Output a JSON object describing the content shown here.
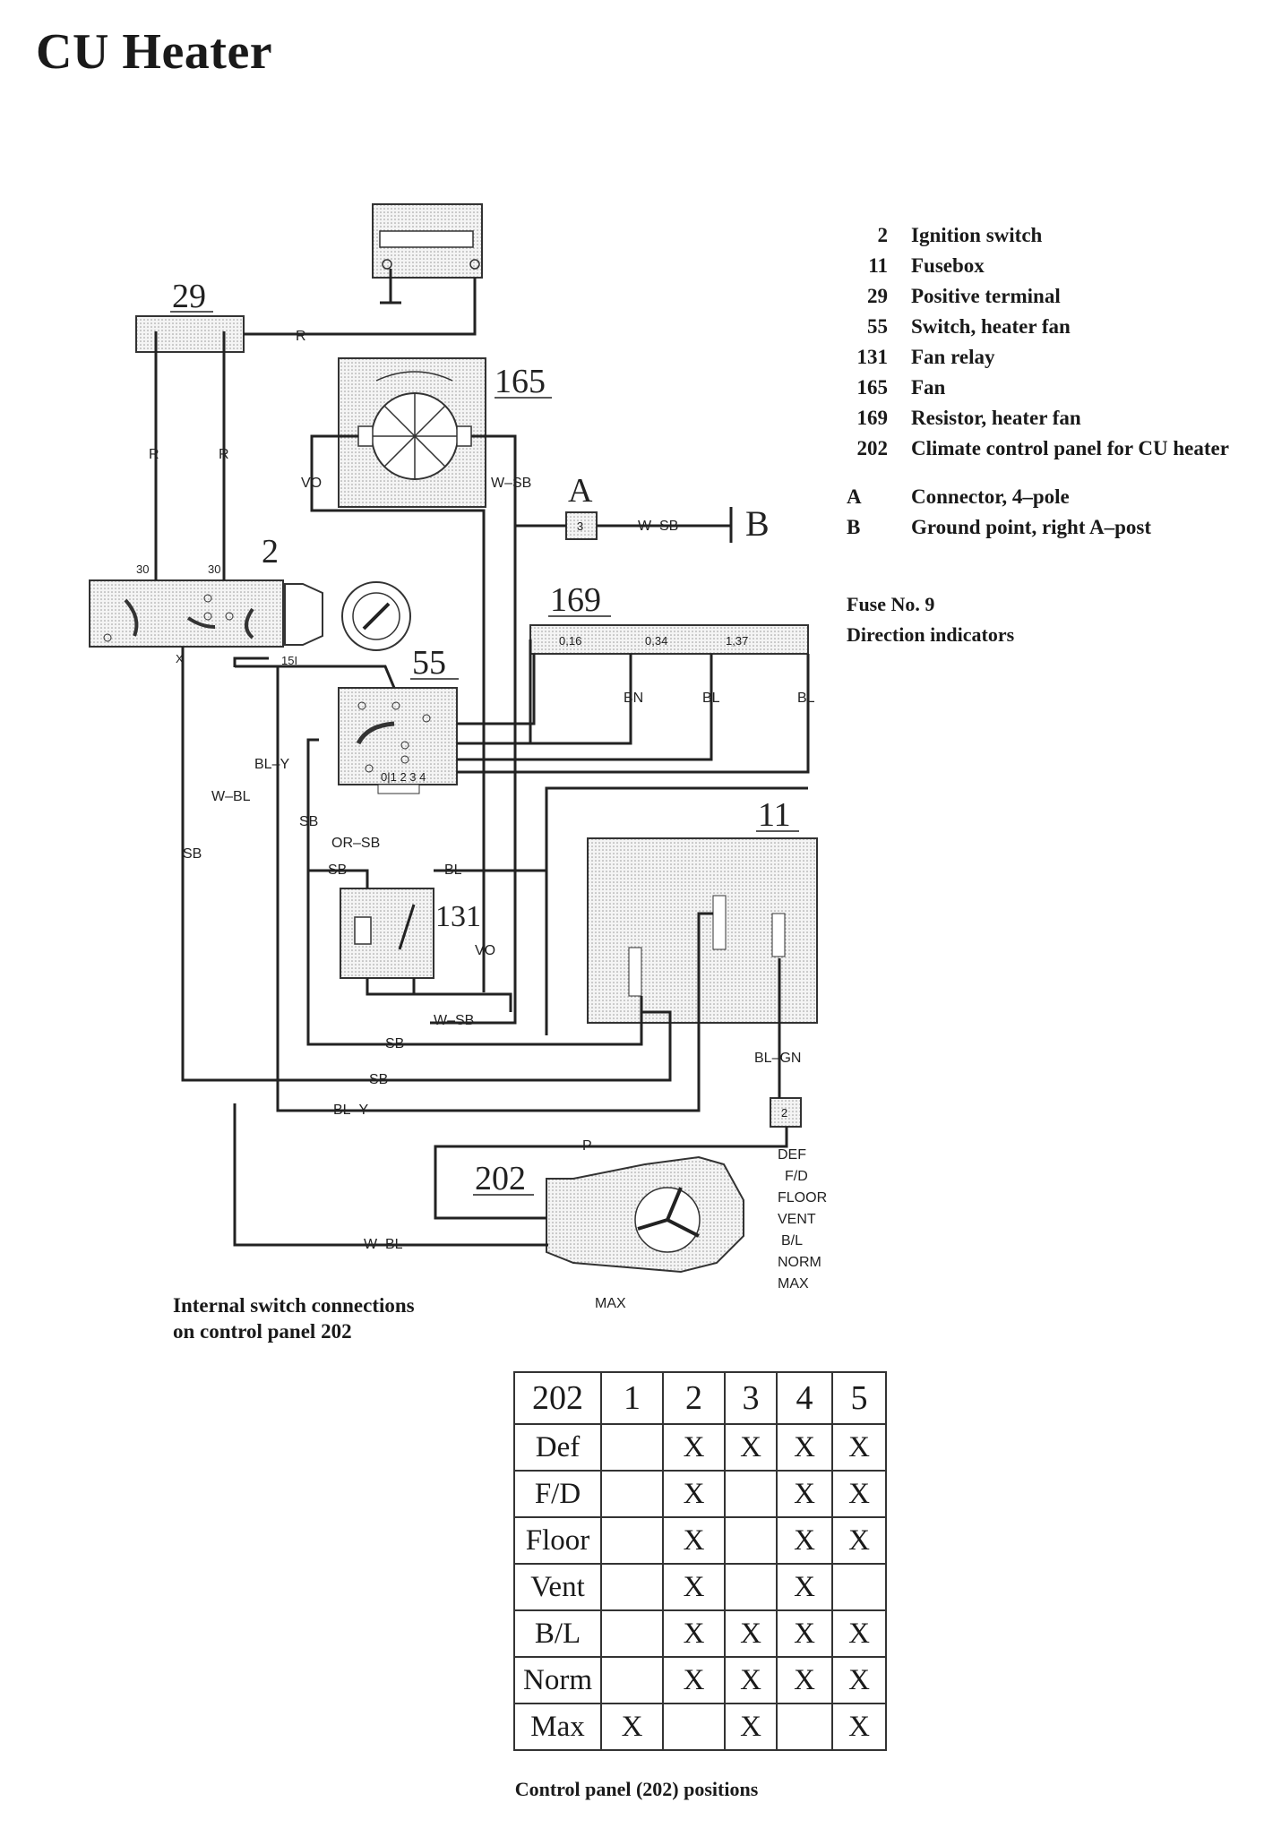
{
  "title": "CU Heater",
  "legend": [
    {
      "num": "2",
      "label": "Ignition switch"
    },
    {
      "num": "11",
      "label": "Fusebox"
    },
    {
      "num": "29",
      "label": "Positive terminal"
    },
    {
      "num": "55",
      "label": "Switch, heater fan"
    },
    {
      "num": "131",
      "label": "Fan relay"
    },
    {
      "num": "165",
      "label": "Fan"
    },
    {
      "num": "169",
      "label": "Resistor, heater fan"
    },
    {
      "num": "202",
      "label": "Climate control panel for CU heater"
    },
    {
      "num": "A",
      "label": "Connector, 4–pole"
    },
    {
      "num": "B",
      "label": "Ground point, right A–post"
    }
  ],
  "fuse": {
    "line1": "Fuse No. 9",
    "line2": "Direction indicators"
  },
  "components": {
    "c29": "29",
    "c165": "165",
    "c2": "2",
    "c55": "55",
    "c169": "169",
    "c11": "11",
    "c131": "131",
    "c202": "202",
    "cA": "A",
    "cB": "B"
  },
  "wires": {
    "R": "R",
    "VO": "VO",
    "WSB": "W–SB",
    "BN": "BN",
    "BL": "BL",
    "BLY": "BL–Y",
    "WBL": "W–BL",
    "SB": "SB",
    "ORSB": "OR–SB",
    "BLGN": "BL–GN",
    "P": "P",
    "X": "X",
    "n151": "15I",
    "n30": "30"
  },
  "positions_labels": [
    "DEF",
    "F/D",
    "FLOOR",
    "VENT",
    "B/L",
    "NORM",
    "MAX"
  ],
  "caption": {
    "line1": "Internal switch connections",
    "line2": "on control panel 202"
  },
  "table": {
    "header": [
      "202",
      "1",
      "2",
      "3",
      "4",
      "5"
    ],
    "rows": [
      {
        "label": "Def",
        "cells": [
          "",
          "X",
          "X",
          "X",
          "X"
        ]
      },
      {
        "label": "F/D",
        "cells": [
          "",
          "X",
          "",
          "X",
          "X"
        ]
      },
      {
        "label": "Floor",
        "cells": [
          "",
          "X",
          "",
          "X",
          "X"
        ]
      },
      {
        "label": "Vent",
        "cells": [
          "",
          "X",
          "",
          "X",
          ""
        ]
      },
      {
        "label": "B/L",
        "cells": [
          "",
          "X",
          "X",
          "X",
          "X"
        ]
      },
      {
        "label": "Norm",
        "cells": [
          "",
          "X",
          "X",
          "X",
          "X"
        ]
      },
      {
        "label": "Max",
        "cells": [
          "X",
          "",
          "X",
          "",
          "X"
        ]
      }
    ]
  },
  "bottom_caption": "Control panel (202) positions"
}
